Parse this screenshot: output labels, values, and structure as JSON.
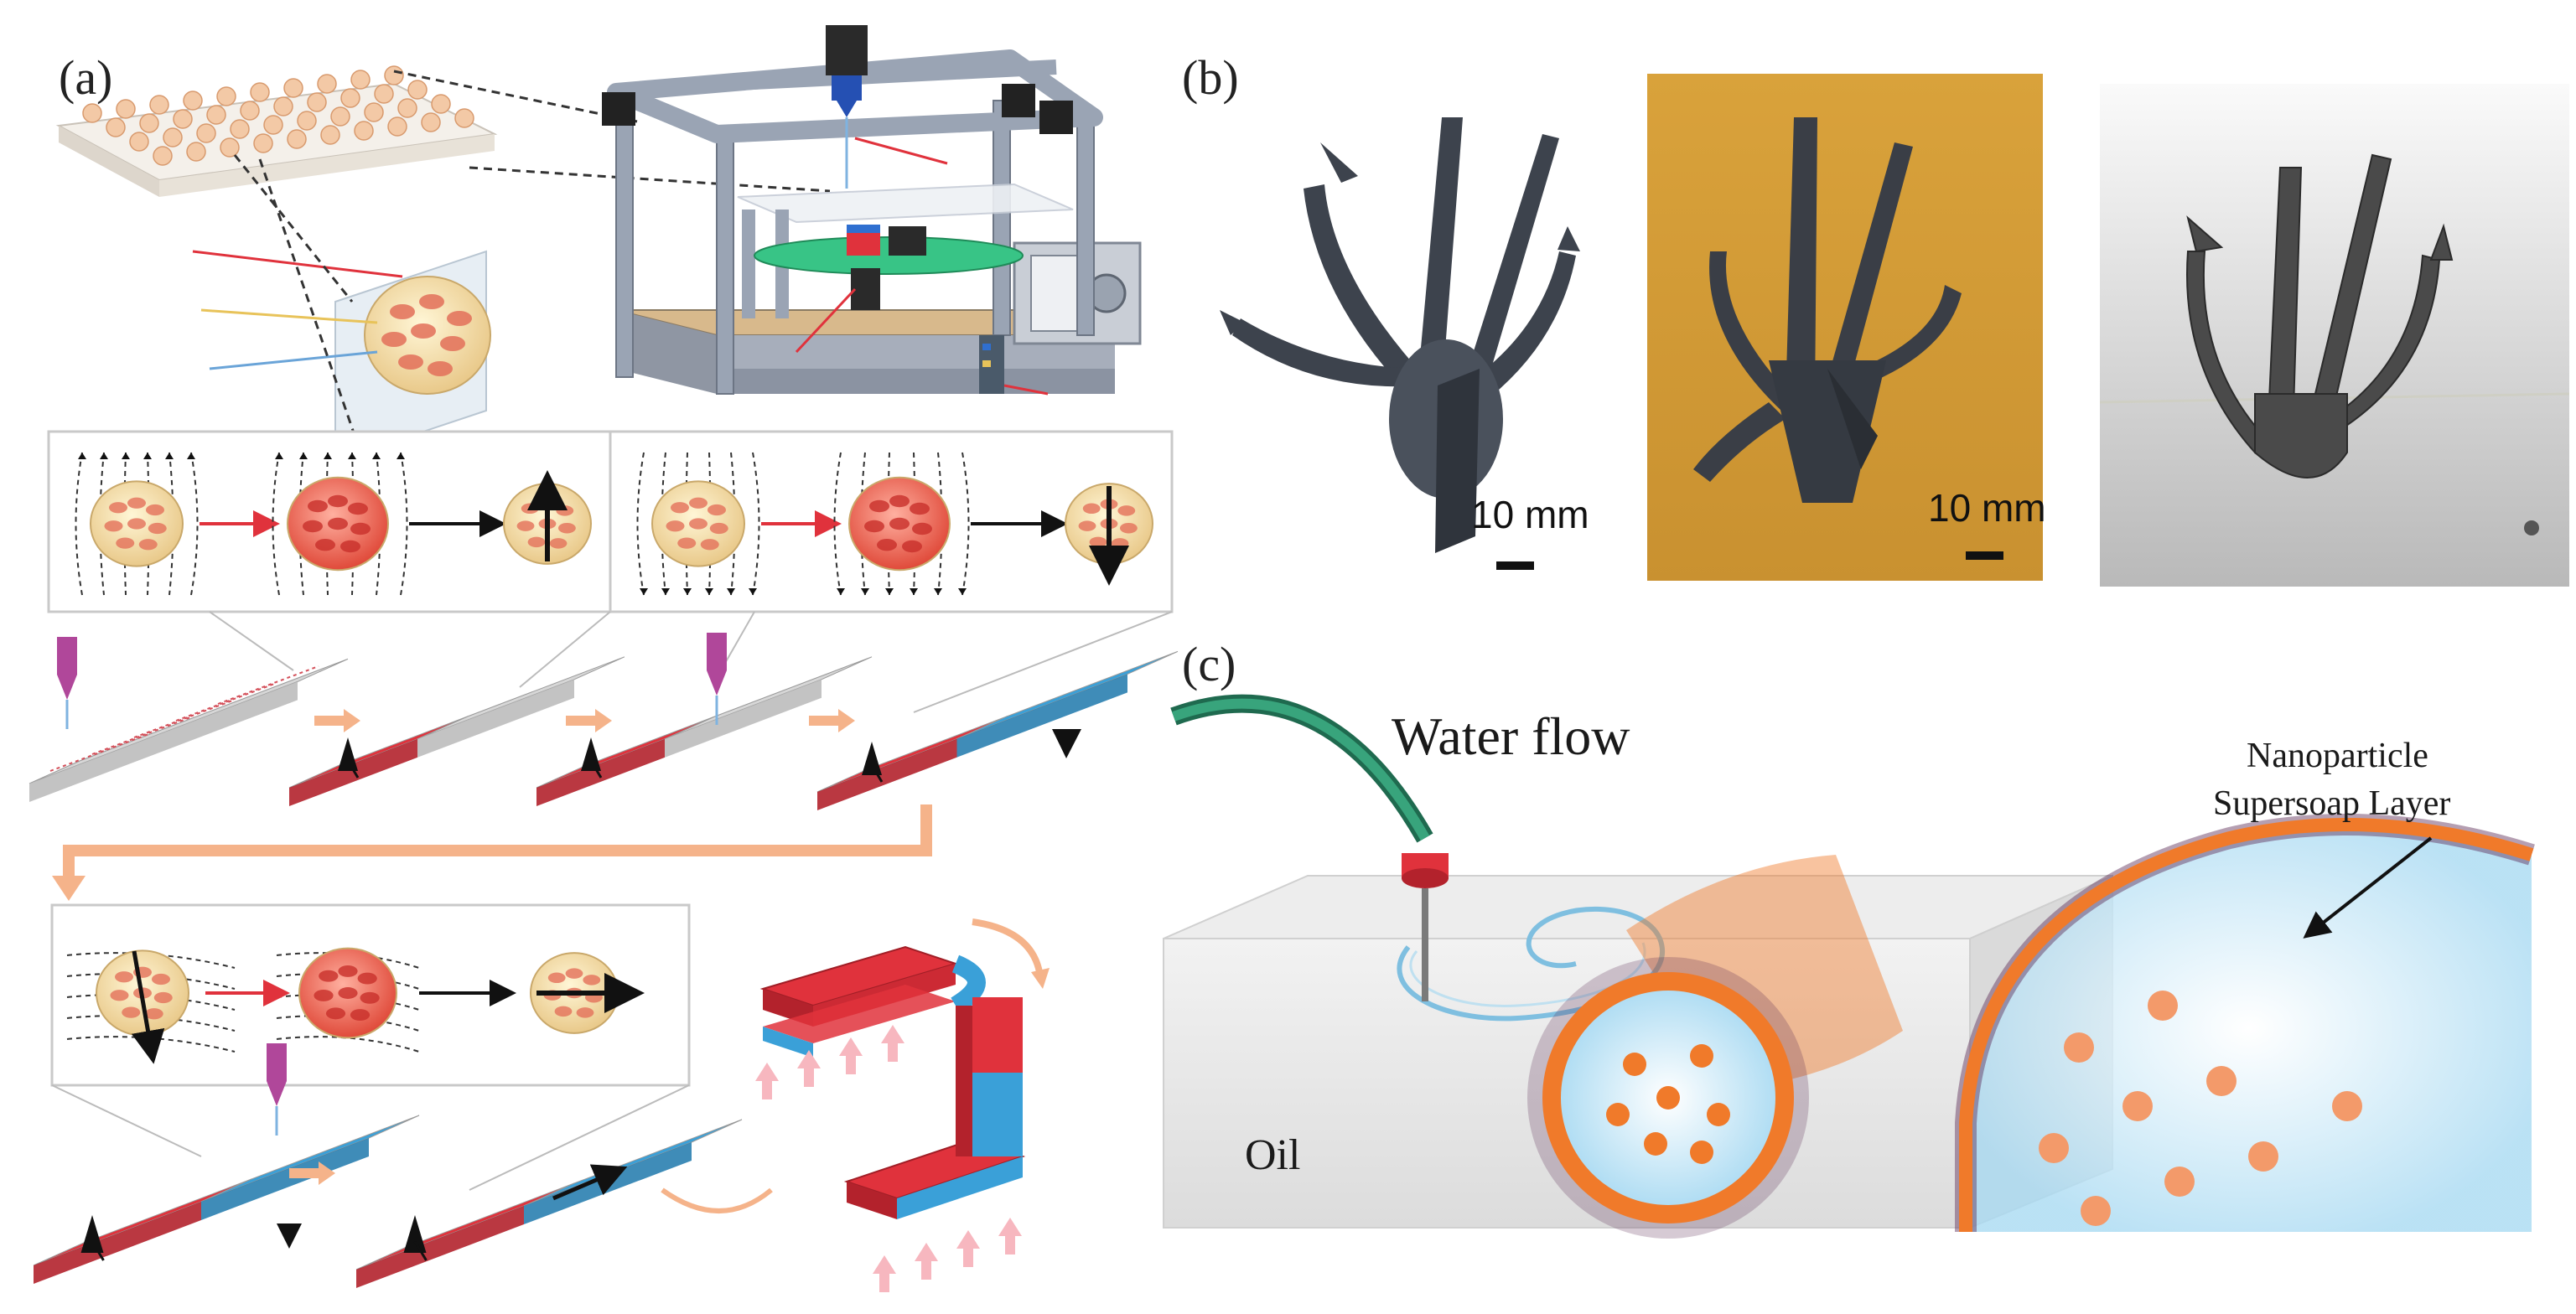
{
  "panels": {
    "a": {
      "label": "(a)"
    },
    "b": {
      "label": "(b)",
      "scale_bar_1": "10 mm",
      "scale_bar_2": "10 mm"
    },
    "c": {
      "label": "(c)",
      "water_flow": "Water flow",
      "oil": "Oil",
      "layer_line1": "Nanoparticle",
      "layer_line2": "Supersoap Layer"
    }
  },
  "colors": {
    "magnet_red": "#e0323c",
    "magnet_blue": "#3aa0d8",
    "flow_arrow": "#f5b38a",
    "nozzle": "#b0479a",
    "printer_frame": "#9aa4b4",
    "photo_bg": "#d7a43a",
    "tube_green": "#2f8f6a",
    "particle_orange": "#f07a2a",
    "droplet_blue": "#bfe3f4"
  }
}
